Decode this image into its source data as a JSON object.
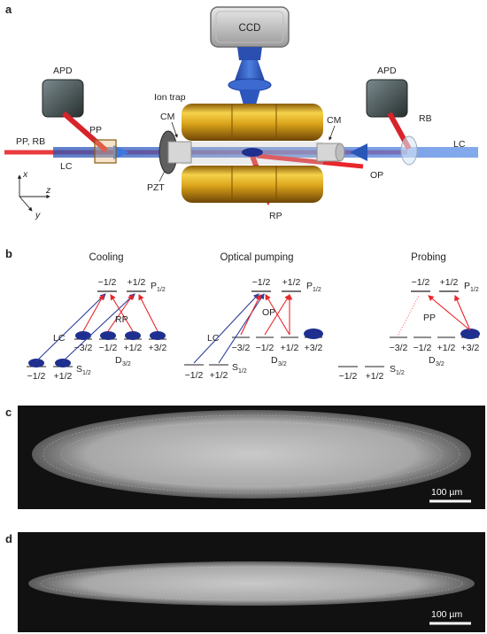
{
  "panel_a": {
    "label": "a",
    "ccd": "CCD",
    "apd_left": "APD",
    "apd_right": "APD",
    "pp": "PP",
    "pp_rb": "PP, RB",
    "lc_left": "LC",
    "lc_right": "LC",
    "ion_trap": "Ion trap",
    "cm_left": "CM",
    "cm_right": "CM",
    "pzt": "PZT",
    "rb": "RB",
    "op": "OP",
    "rp": "RP",
    "axis_x": "x",
    "axis_z": "z",
    "axis_y": "y"
  },
  "panel_b": {
    "label": "b",
    "cooling": {
      "title": "Cooling",
      "p_m": "−1/2",
      "p_p": "+1/2",
      "p_label": "P",
      "p_sub": "1/2",
      "rp": "RP",
      "lc": "LC",
      "d_levels": [
        "−3/2",
        "−1/2",
        "+1/2",
        "+3/2"
      ],
      "d_label": "D",
      "d_sub": "3/2",
      "s_levels": [
        "−1/2",
        "+1/2"
      ],
      "s_label": "S",
      "s_sub": "1/2"
    },
    "pumping": {
      "title": "Optical pumping",
      "p_m": "−1/2",
      "p_p": "+1/2",
      "p_label": "P",
      "p_sub": "1/2",
      "op": "OP",
      "lc": "LC",
      "d_levels": [
        "−3/2",
        "−1/2",
        "+1/2",
        "+3/2"
      ],
      "d_label": "D",
      "d_sub": "3/2",
      "s_levels": [
        "−1/2",
        "+1/2"
      ],
      "s_label": "S",
      "s_sub": "1/2"
    },
    "probing": {
      "title": "Probing",
      "p_m": "−1/2",
      "p_p": "+1/2",
      "p_label": "P",
      "p_sub": "1/2",
      "pp": "PP",
      "d_levels": [
        "−3/2",
        "−1/2",
        "+1/2",
        "+3/2"
      ],
      "d_label": "D",
      "d_sub": "3/2",
      "s_levels": [
        "−1/2",
        "+1/2"
      ],
      "s_label": "S",
      "s_sub": "1/2"
    }
  },
  "panel_c": {
    "label": "c",
    "scale_bar": "100 µm"
  },
  "panel_d": {
    "label": "d",
    "scale_bar": "100 µm"
  },
  "colors": {
    "laser_red": "#e8262b",
    "laser_blue": "#2e5fb8",
    "ion_blue": "#1f2f8f",
    "gold": "#d9a21a"
  }
}
